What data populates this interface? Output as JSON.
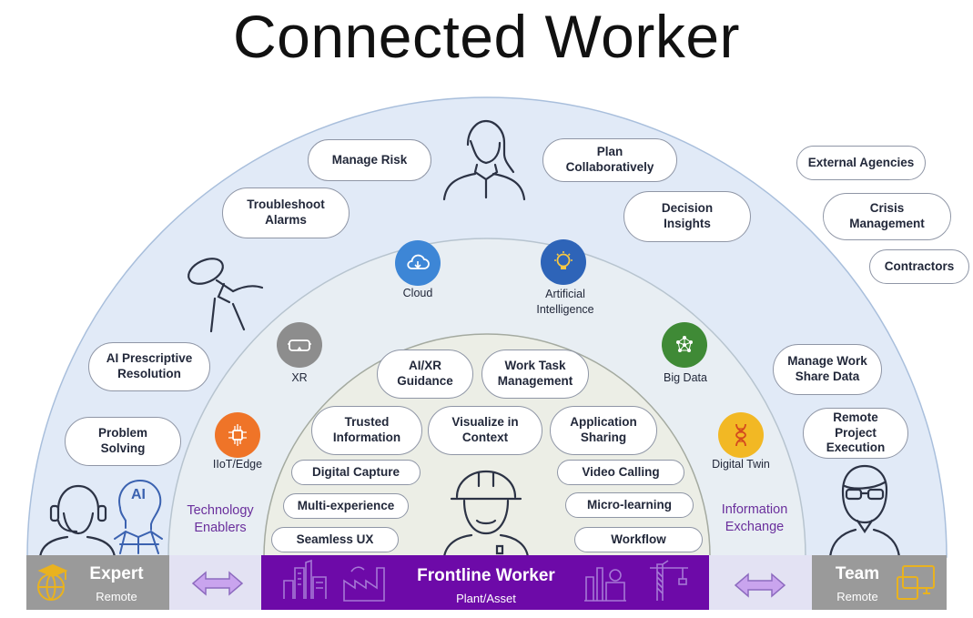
{
  "title": "Connected Worker",
  "outer_ring": {
    "left": [
      "Manage Risk",
      "Troubleshoot\nAlarms",
      "AI Prescriptive\nResolution",
      "Problem\nSolving"
    ],
    "right": [
      "Plan Collaboratively",
      "Decision\nInsights",
      "Manage Work\nShare Data",
      "Remote Project\nExecution"
    ],
    "external": [
      "External Agencies",
      "Crisis\nManagement",
      "Contractors"
    ]
  },
  "technologies": {
    "cloud": "Cloud",
    "ai": "Artificial\nIntelligence",
    "xr": "XR",
    "bigdata": "Big Data",
    "iiot": "IIoT/Edge",
    "twin": "Digital Twin"
  },
  "enablers": {
    "left": "Technology\nEnablers",
    "right": "Information\nExchange"
  },
  "inner_ring": {
    "top": [
      "AI/XR\nGuidance",
      "Work Task\nManagement"
    ],
    "middle": [
      "Trusted\nInformation",
      "Visualize in\nContext",
      "Application\nSharing"
    ],
    "left_list": [
      "Digital Capture",
      "Multi-experience",
      "Seamless UX"
    ],
    "right_list": [
      "Video Calling",
      "Micro-learning",
      "Workflow"
    ]
  },
  "ai_badge": "AI",
  "bottom_bar": {
    "expert_title": "Expert",
    "expert_sub": "Remote",
    "frontline_title": "Frontline Worker",
    "frontline_sub": "Plant/Asset",
    "team_title": "Team",
    "team_sub": "Remote"
  },
  "colors": {
    "outer_ring": "#e1eaf7",
    "middle_ring": "#e8eef3",
    "inner_ring": "#eceee6",
    "frontline": "#6d0aa8",
    "enabler_text": "#6a2f9c",
    "cloud": "#3d86d6",
    "ai": "#2e64b8",
    "xr": "#8d8d8d",
    "bigdata": "#3f8a36",
    "iiot": "#ef7428",
    "twin": "#f2b824"
  },
  "icons": [
    "woman-icon",
    "drone-icon",
    "headset-agent-icon",
    "ai-head-icon",
    "hardhat-worker-icon",
    "man-glasses-icon",
    "cloud-icon",
    "lightbulb-icon",
    "vr-headset-icon",
    "network-icon",
    "chip-icon",
    "dna-icon",
    "graduation-globe-icon",
    "devices-icon",
    "double-arrow-icon"
  ]
}
